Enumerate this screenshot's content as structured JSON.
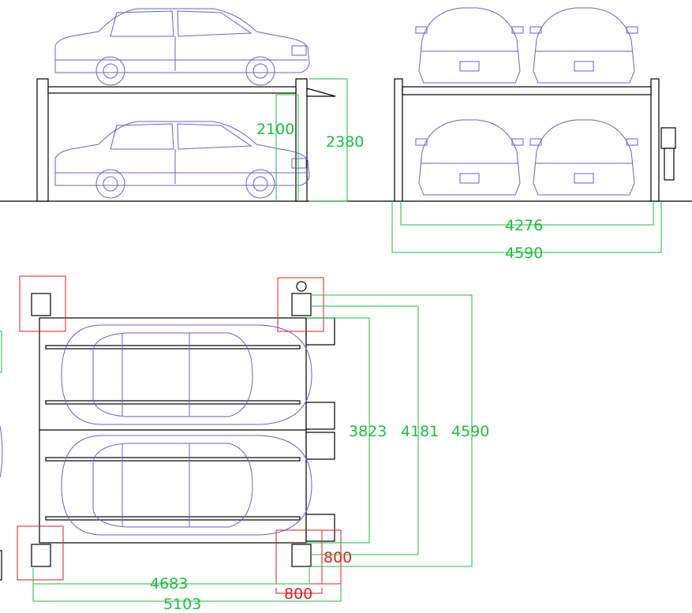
{
  "diagram": {
    "side_view": {
      "dim_clearance": "2100",
      "dim_total_height": "2380"
    },
    "front_view": {
      "dim_inner_width": "4276",
      "dim_outer_width": "4590"
    },
    "top_view": {
      "dim_length_1": "3823",
      "dim_length_2": "4181",
      "dim_length_3": "4590",
      "dim_post_box_right": "800",
      "dim_post_box_bottom": "800",
      "dim_width_inner": "4683",
      "dim_width_outer": "5103"
    },
    "colors": {
      "dimension": "#19c23a",
      "car_outline": "#6a5fd6",
      "post_marker": "#e31e1e",
      "structure": "#000000"
    }
  }
}
